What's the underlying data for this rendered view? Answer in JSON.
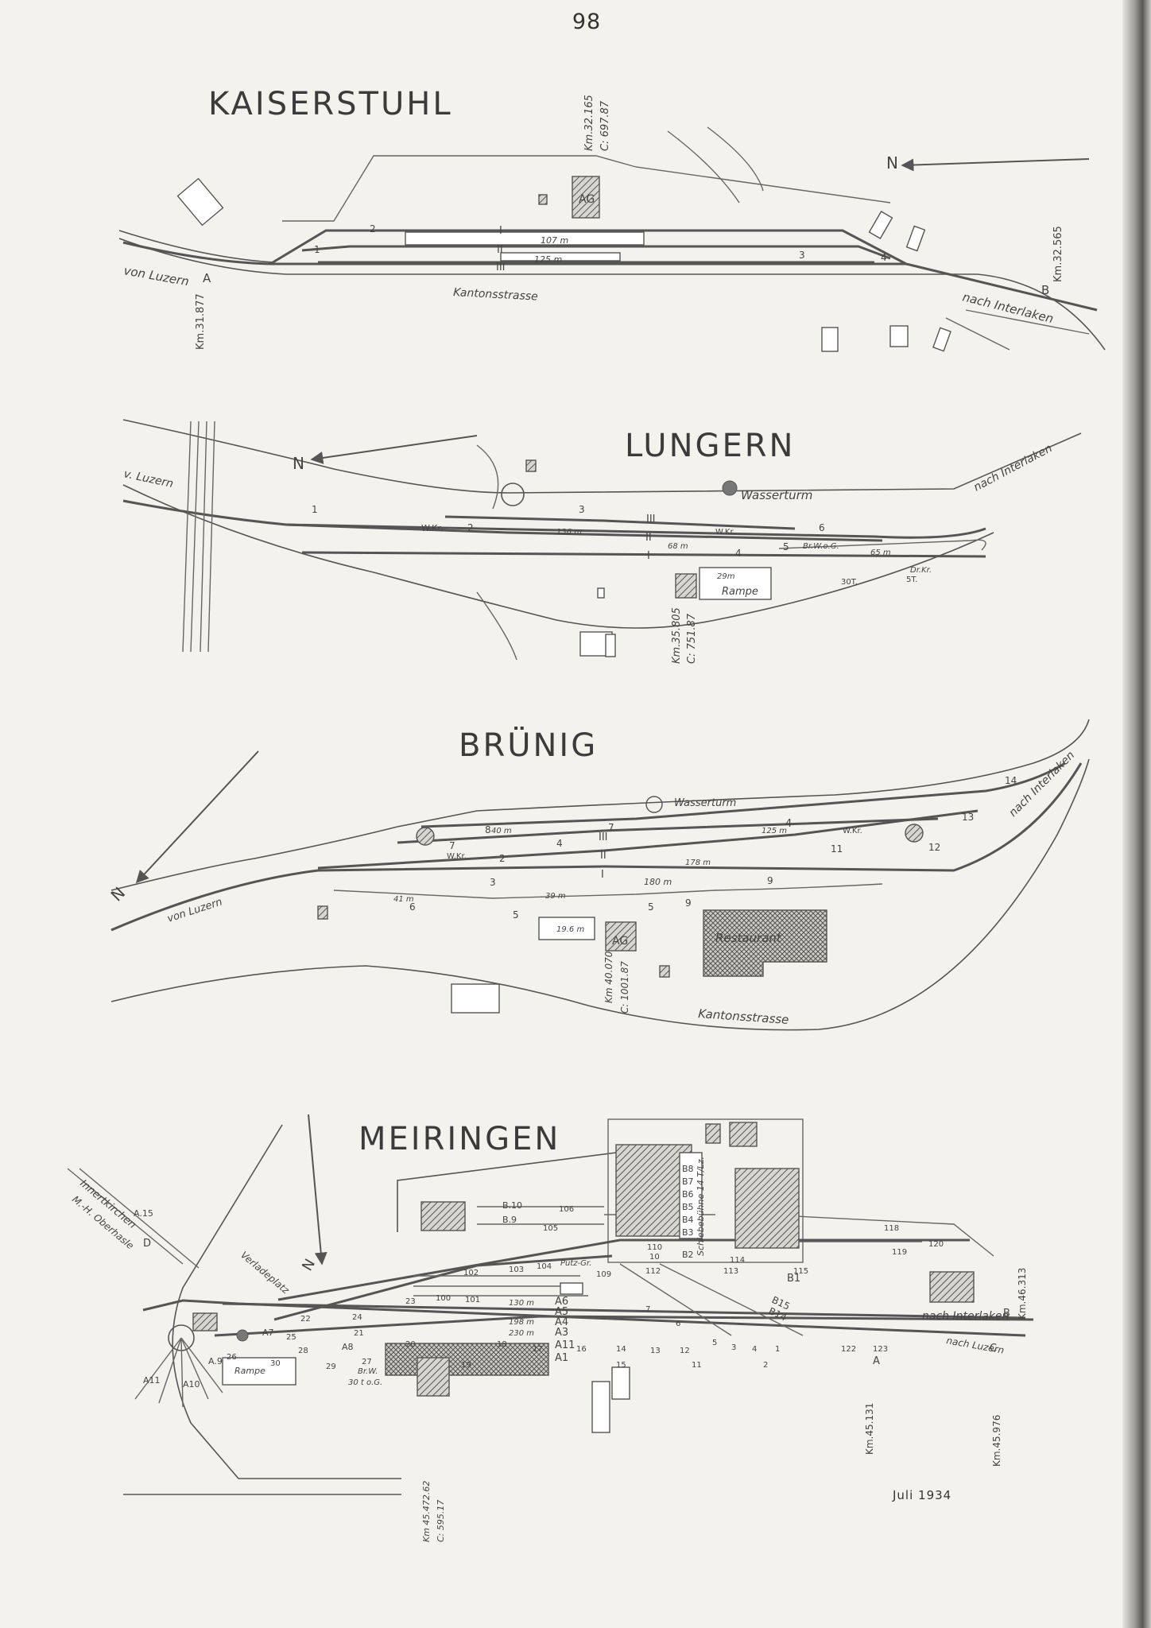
{
  "page_number": "98",
  "date": "Juli 1934",
  "stations": {
    "kaiserstuhl": {
      "title": "KAISERSTUHL",
      "north": "N",
      "from": "von Luzern",
      "to": "nach Interlaken",
      "road": "Kantonsstrasse",
      "km_start": "Km.31.877",
      "km_station": "Km.32.165",
      "km_end": "Km.32.565",
      "c_value": "C: 697.87",
      "building": "AG",
      "signal_a": "A",
      "signal_b": "B",
      "track_1": "I",
      "track_2": "II",
      "track_3": "III",
      "len_1": "107 m",
      "len_3": "125 m",
      "switches": [
        "1",
        "2",
        "3",
        "4"
      ]
    },
    "lungern": {
      "title": "LUNGERN",
      "north": "N",
      "from": "v. Luzern",
      "to": "nach Interlaken",
      "water_tower": "Wasserturm",
      "ramp": "Rampe",
      "ramp_len": "29m",
      "km_station": "Km.35.805",
      "c_value": "C: 751.87",
      "track_1": "I",
      "track_2": "II",
      "track_3": "III",
      "len_3": "136 m",
      "len_2": "68 m",
      "len_end": "65 m",
      "wkr_1": "W.Kr.",
      "wkr_2": "W.Kr.",
      "brw": "Br.W.o.G.",
      "drkr": "Dr.Kr.",
      "cap_1": "30T.",
      "cap_2": "5T.",
      "switches": [
        "1",
        "2",
        "3",
        "4",
        "5",
        "6"
      ]
    },
    "brunig": {
      "title": "BRÜNIG",
      "north": "N",
      "from": "von Luzern",
      "to": "nach Interlaken",
      "water_tower": "Wasserturm",
      "restaurant": "Restaurant",
      "road": "Kantonsstrasse",
      "km_station": "Km 40.070",
      "c_value": "C: 1001.87",
      "building": "AG",
      "track_1": "I",
      "track_2": "II",
      "track_3": "III",
      "track_4": "4",
      "len_8": "40 m",
      "len_4": "125 m",
      "len_2": "178 m",
      "len_1": "180 m",
      "len_6": "41 m",
      "len_5": "39 m",
      "len_ramp": "19.6 m",
      "wkr_1": "W.Kr.",
      "wkr_2": "W.Kr.",
      "switches": [
        "2",
        "3",
        "4",
        "5",
        "5",
        "6",
        "7",
        "7",
        "8",
        "9",
        "11",
        "12",
        "13",
        "14",
        "9"
      ]
    },
    "meiringen": {
      "title": "MEIRINGEN",
      "north": "N",
      "from_a": "Innertkirchen",
      "from_b": "M.-H. Oberhasle",
      "to": "nach Interlaken",
      "to_b": "nach Luzern",
      "loading": "Verladeplatz",
      "turntable": "Schiebebühne 14 T/Lz.",
      "putz": "Putz-Gr.",
      "brw": "Br.W.",
      "brw2": "30 t o.G.",
      "rampe": "Rampe",
      "km_left": "Km.45.131",
      "km_mid": "Km.45.976",
      "km_right": "Km.46.313",
      "km_station": "Km 45.472.62",
      "c_value": "C: 595.17",
      "tracks_a": [
        "A6",
        "A5",
        "A4",
        "A3",
        "A11",
        "A1"
      ],
      "tracks_b": [
        "B8",
        "B7",
        "B6",
        "B5",
        "B4",
        "B3",
        "B2"
      ],
      "lens": [
        "130 m",
        "198 m",
        "230 m"
      ],
      "signal_a": "A",
      "signal_b": "B",
      "signal_c": "C",
      "signal_d": "D",
      "track_b1": "B1",
      "track_b15": "B15",
      "track_b14": "B14",
      "track_b9": "B.9",
      "track_b10": "B.10",
      "track_a15": "A.15",
      "track_a7": "A7",
      "track_a8": "A8",
      "track_a9": "A.9",
      "track_a10": "A10",
      "track_a11_ring": "A11",
      "switch_nums": [
        "1",
        "2",
        "3",
        "4",
        "5",
        "6",
        "7",
        "10",
        "11",
        "12",
        "13",
        "14",
        "15",
        "16",
        "17",
        "18",
        "19",
        "20",
        "21",
        "22",
        "23",
        "24",
        "25",
        "26",
        "27",
        "28",
        "29",
        "30",
        "100",
        "101",
        "102",
        "103",
        "104",
        "105",
        "106",
        "109",
        "110",
        "112",
        "113",
        "114",
        "115",
        "118",
        "119",
        "120",
        "122",
        "123"
      ]
    }
  }
}
